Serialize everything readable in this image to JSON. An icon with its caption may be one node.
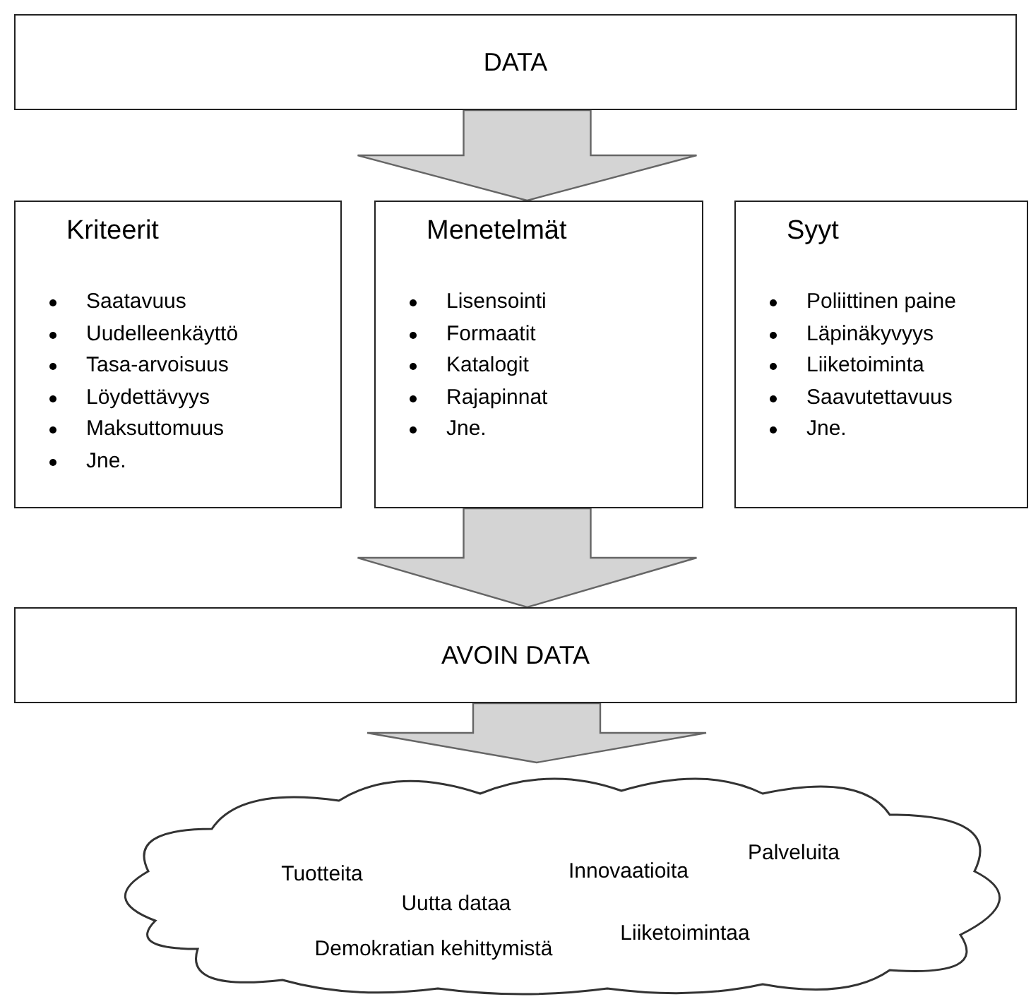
{
  "diagram": {
    "nodes": [
      {
        "text": [
          "DATA"
        ]
      },
      {
        "text": [
          "Kriteerit",
          "Saatavuus",
          "Uudelleenkäyttö",
          "Tasa-arvoisuus",
          "Löydettävyys",
          "Maksuttomuus",
          "Jne."
        ]
      },
      {
        "text": [
          "Menetelmät",
          "Lisensointi",
          "Formaatit",
          "Katalogit",
          "Rajapinnat",
          "Jne."
        ]
      },
      {
        "text": [
          "Syyt",
          "Poliittinen paine",
          "Läpinäkyvyys",
          "Liiketoiminta",
          "Saavutettavuus",
          "Jne."
        ]
      },
      {
        "text": [
          "AVOIN DATA"
        ]
      },
      {
        "text": [
          "Tuotteita",
          "Uutta dataa",
          "Innovaatioita",
          "Palveluita",
          "Demokratian kehittymistä",
          "Liiketoimintaa"
        ]
      }
    ],
    "edges": [
      {
        "from": 0,
        "to": 2,
        "arrow": "to"
      },
      {
        "from": 2,
        "to": 4,
        "arrow": "to"
      },
      {
        "from": 4,
        "to": 5,
        "arrow": "to"
      }
    ]
  }
}
